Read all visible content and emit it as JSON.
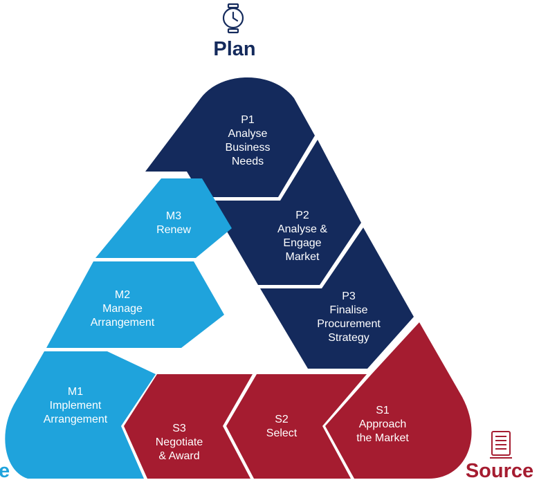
{
  "colors": {
    "plan": "#142a5c",
    "source": "#a51c30",
    "manage": "#1fa3dc",
    "text": "#ffffff"
  },
  "phases": {
    "plan": {
      "label": "Plan",
      "icon": "watch-icon"
    },
    "source": {
      "label": "Source",
      "icon": "document-icon"
    },
    "manage": {
      "label": "e"
    }
  },
  "segments": {
    "p1": [
      "P1",
      "Analyse",
      "Business",
      "Needs"
    ],
    "p2": [
      "P2",
      "Analyse &",
      "Engage",
      "Market"
    ],
    "p3": [
      "P3",
      "Finalise",
      "Procurement",
      "Strategy"
    ],
    "s1": [
      "S1",
      "Approach",
      "the Market"
    ],
    "s2": [
      "S2",
      "Select"
    ],
    "s3": [
      "S3",
      "Negotiate",
      "& Award"
    ],
    "m1": [
      "M1",
      "Implement",
      "Arrangement"
    ],
    "m2": [
      "M2",
      "Manage",
      "Arrangement"
    ],
    "m3": [
      "M3",
      "Renew"
    ]
  }
}
